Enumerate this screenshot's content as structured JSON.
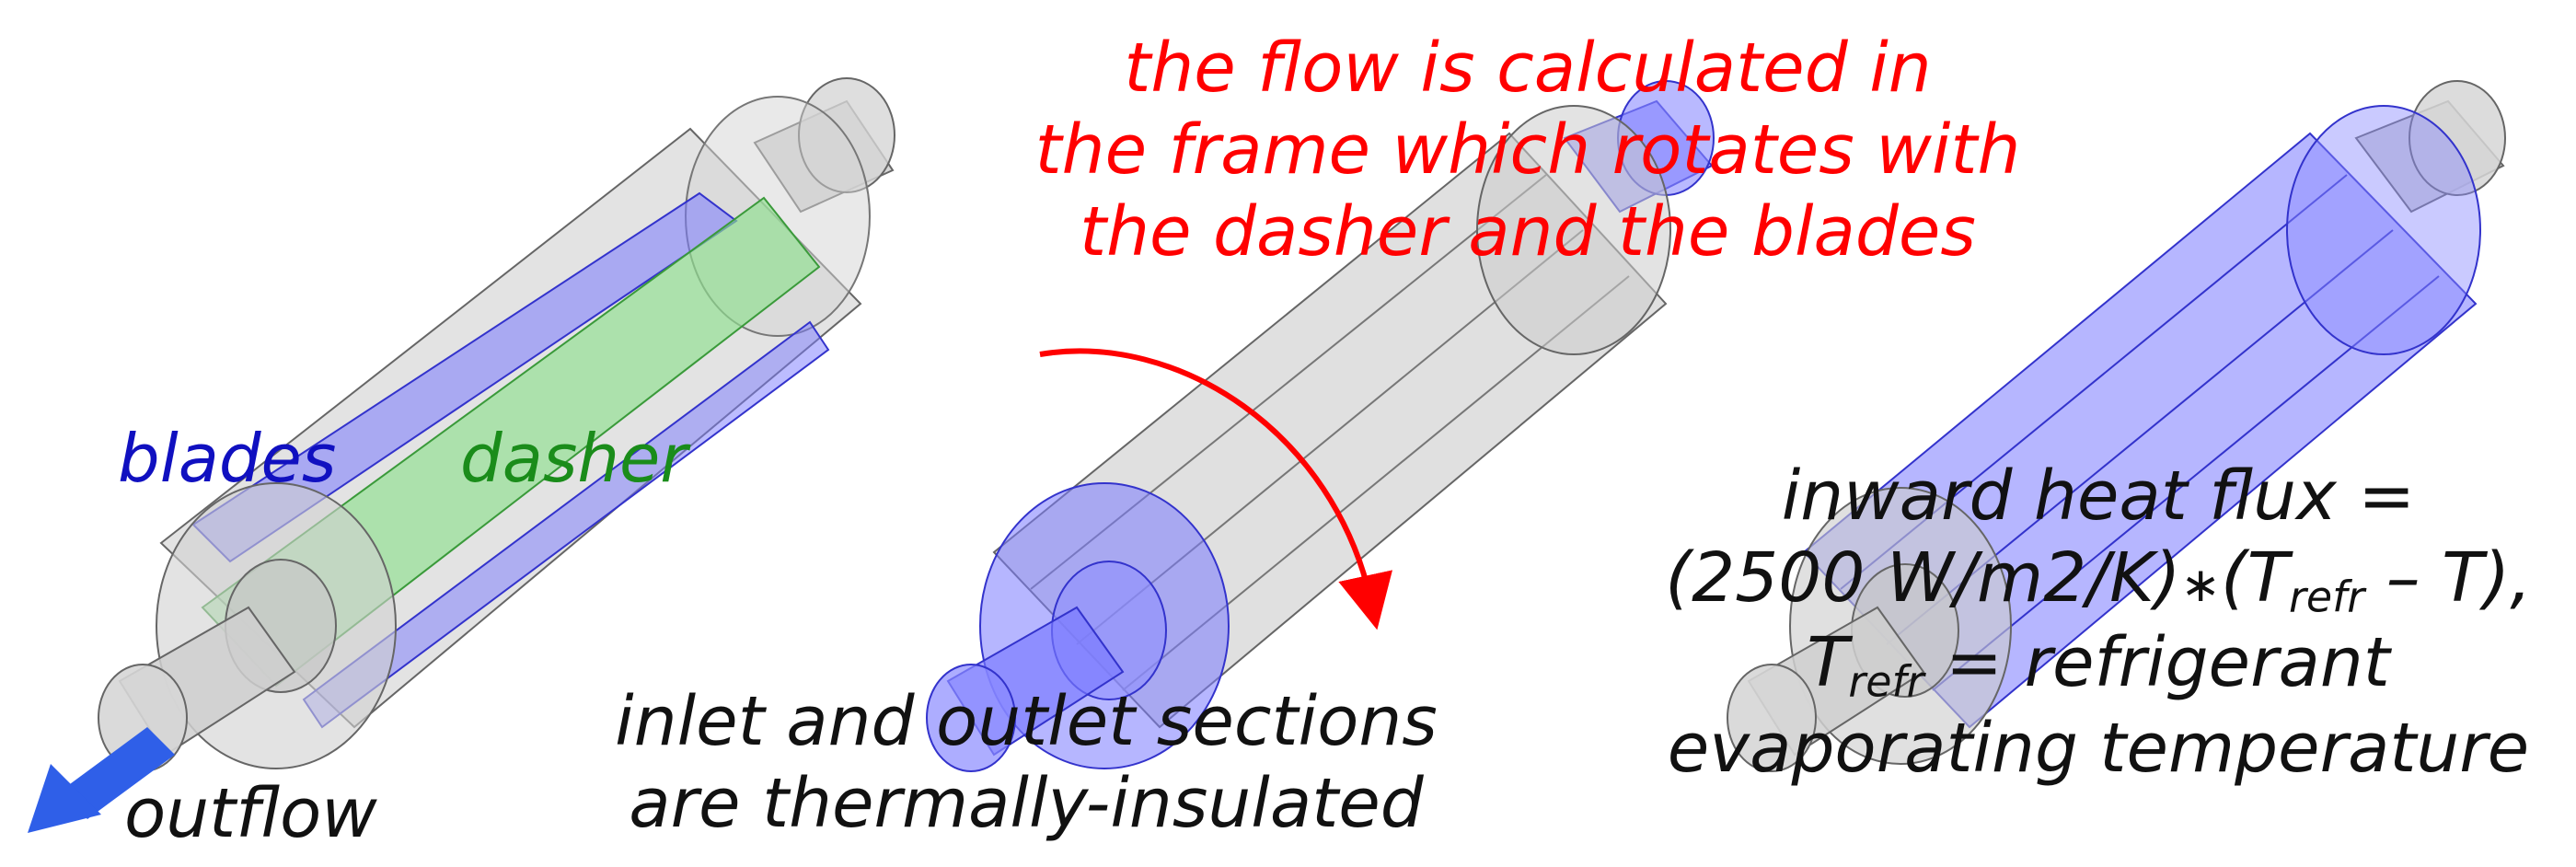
{
  "labels": {
    "flow_note_line1": "the flow is calculated in",
    "flow_note_line2": "the frame which rotates with",
    "flow_note_line3": "the dasher and the blades",
    "blades": "blades",
    "dasher": "dasher",
    "outflow": "outflow",
    "inlet_line1": "inlet and outlet sections",
    "inlet_line2": "are thermally-insulated",
    "heat_line1": "inward heat flux =",
    "heat_line2_a": "(2500 W/m2/K)",
    "heat_line2_op": "∗",
    "heat_line2_b": "(T",
    "heat_line2_sub": "refr",
    "heat_line2_c": " – T),",
    "heat_line3_a": "T",
    "heat_line3_sub": "refr",
    "heat_line3_b": " = refrigerant",
    "heat_line4": "evaporating temperature"
  },
  "colors": {
    "annotation_red": "#ff0000",
    "blades_blue": "#1010c0",
    "dasher_green": "#1a8c1a",
    "highlight_blue": "#7a7aff",
    "highlight_green": "#8fe08f",
    "body_gray": "#c8c8c8",
    "outflow_arrow": "#2f5fe8"
  }
}
